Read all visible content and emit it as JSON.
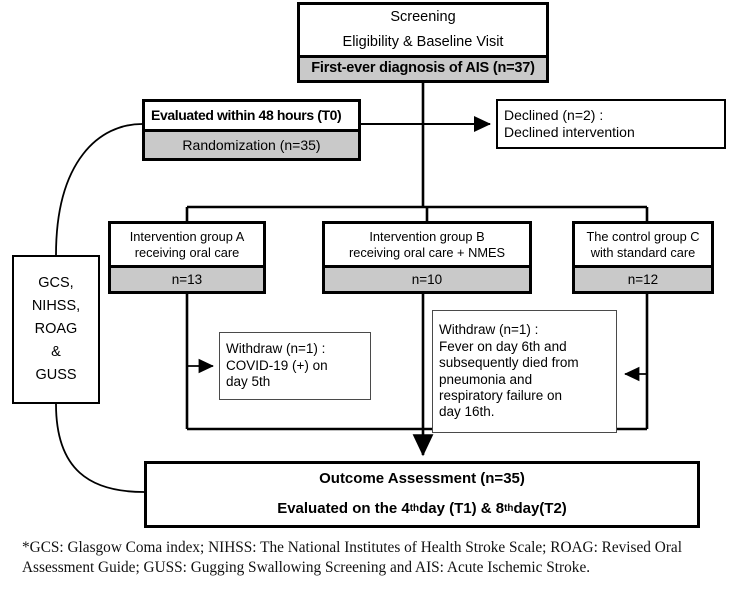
{
  "diagram": {
    "type": "CONSORT participant flow diagram",
    "screening": {
      "title": "Screening",
      "subtitle": "Eligibility & Baseline Visit",
      "shaded": "First-ever diagnosis of AIS (n=37)"
    },
    "randomization": {
      "title": "Evaluated within 48 hours (T0)",
      "shaded": "Randomization (n=35)"
    },
    "declined": {
      "text": "Declined (n=2) :\nDeclined intervention"
    },
    "groups": [
      {
        "name": "group-a",
        "title": "Intervention group A\nreceiving oral care",
        "shaded": "n=13"
      },
      {
        "name": "group-b",
        "title": "Intervention group B\nreceiving oral care + NMES",
        "shaded": "n=10"
      },
      {
        "name": "group-c",
        "title": "The control group C\nwith standard care",
        "shaded": "n=12"
      }
    ],
    "assessments": {
      "text": "GCS,\nNIHSS,\nROAG\n&\nGUSS"
    },
    "withdraw_a": {
      "text": "Withdraw (n=1) :\nCOVID-19 (+) on\nday 5th"
    },
    "withdraw_b": {
      "text": "Withdraw (n=1) :\nFever on day 6th and\nsubsequently died from\npneumonia and\nrespiratory failure on\nday 16th."
    },
    "outcome": {
      "line1": "Outcome Assessment (n=35)",
      "line2_pre": "Evaluated on the 4",
      "line2_sup1": "th",
      "line2_mid": " day (T1) & 8",
      "line2_sup2": "th",
      "line2_post": " day(T2)"
    },
    "footnote": "*GCS: Glasgow Coma index; NIHSS: The National Institutes of Health Stroke Scale; ROAG: Revised Oral Assessment Guide; GUSS: Gugging Swallowing Screening and AIS: Acute Ischemic Stroke.",
    "colors": {
      "shaded_fill": "#c9c9c9",
      "stroke": "#000000",
      "background": "#ffffff"
    }
  }
}
